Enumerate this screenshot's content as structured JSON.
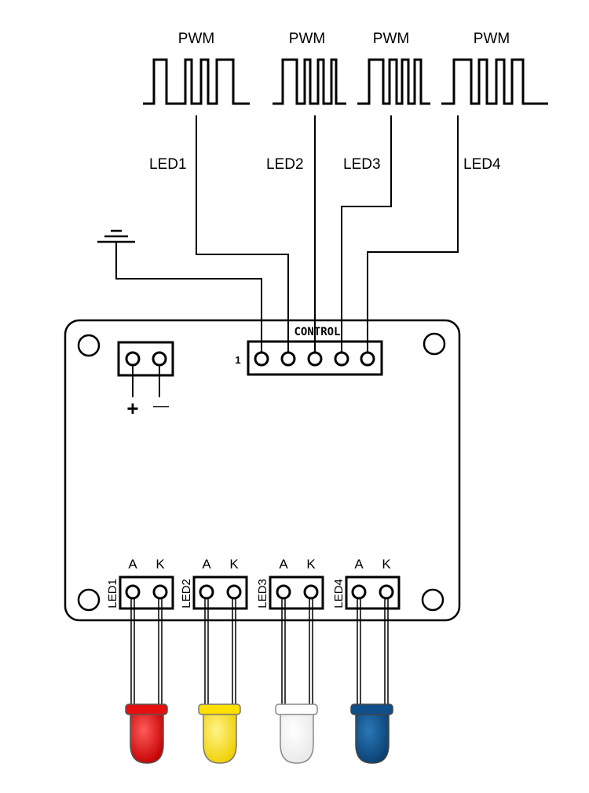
{
  "pwm_labels": [
    "PWM",
    "PWM",
    "PWM",
    "PWM"
  ],
  "channel_labels": [
    "LED1",
    "LED2",
    "LED3",
    "LED4"
  ],
  "control_header": {
    "title": "CONTROL",
    "pin1_label": "1"
  },
  "power_terminal": {
    "plus_label": "+",
    "minus_label": "—"
  },
  "led_ports": [
    {
      "label": "LED1",
      "anode": "A",
      "cathode": "K"
    },
    {
      "label": "LED2",
      "anode": "A",
      "cathode": "K"
    },
    {
      "label": "LED3",
      "anode": "A",
      "cathode": "K"
    },
    {
      "label": "LED4",
      "anode": "A",
      "cathode": "K"
    }
  ],
  "led_colors": {
    "led1": "#e60f0f",
    "led2": "#ffe000",
    "led3": "#ffffff",
    "led4": "#0f4f8a"
  },
  "icons": [
    "ground-icon",
    "mounting-hole-icon",
    "terminal-pin-icon",
    "led-icon"
  ]
}
